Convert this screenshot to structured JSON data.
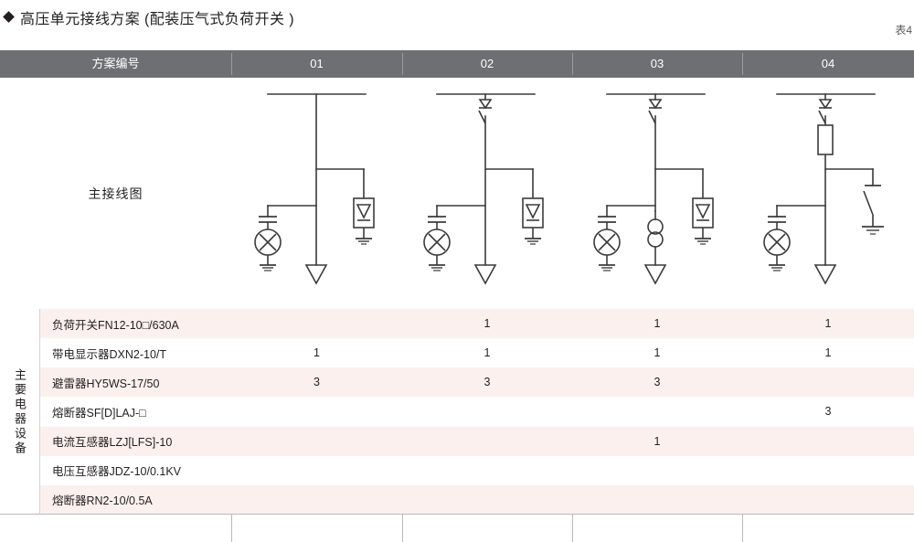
{
  "header": {
    "title": "高压单元接线方案 (配装压气式负荷开关 )",
    "bullet_icon": "diamond-bullet-icon",
    "table_number": "表4"
  },
  "table": {
    "column_header_label": "方案编号",
    "scheme_numbers": [
      "01",
      "02",
      "03",
      "04"
    ],
    "diagram_row_label": "主接线图",
    "equipment_group_label": "主要电器设备",
    "equipment_rows": [
      {
        "name": "负荷开关FN12-10□/630A",
        "values": [
          "",
          "1",
          "1",
          "1"
        ]
      },
      {
        "name": "带电显示器DXN2-10/T",
        "values": [
          "1",
          "1",
          "1",
          "1"
        ]
      },
      {
        "name": "避雷器HY5WS-17/50",
        "values": [
          "3",
          "3",
          "3",
          ""
        ]
      },
      {
        "name": "熔断器SF[D]LAJ-□",
        "values": [
          "",
          "",
          "",
          "3"
        ]
      },
      {
        "name": "电流互感器LZJ[LFS]-10",
        "values": [
          "",
          "",
          "1",
          ""
        ]
      },
      {
        "name": "电压互感器JDZ-10/0.1KV",
        "values": [
          "",
          "",
          "",
          ""
        ]
      },
      {
        "name": "熔断器RN2-10/0.5A",
        "values": [
          "",
          "",
          "",
          ""
        ]
      }
    ]
  },
  "diagrams": [
    {
      "scheme": "01",
      "components": [
        "busbar",
        "cable-terminal-triangle",
        "surge-arrester-box",
        "live-display-device",
        "capacitor",
        "ground"
      ]
    },
    {
      "scheme": "02",
      "components": [
        "busbar",
        "load-switch",
        "cable-terminal-triangle",
        "surge-arrester-box",
        "live-display-device",
        "capacitor",
        "ground"
      ]
    },
    {
      "scheme": "03",
      "components": [
        "busbar",
        "load-switch",
        "current-transformer",
        "cable-terminal-triangle",
        "surge-arrester-box",
        "live-display-device",
        "capacitor",
        "ground"
      ]
    },
    {
      "scheme": "04",
      "components": [
        "busbar",
        "load-switch",
        "fuse",
        "earthing-switch",
        "cable-terminal-triangle",
        "live-display-device",
        "capacitor",
        "ground"
      ]
    }
  ],
  "colors": {
    "header_gray": "#6e6f72",
    "row_pink": "#fbf0ee",
    "row_white": "#ffffff",
    "border_gray": "#b9babc",
    "line_color": "#3b3b3d",
    "text_dark": "#231f20"
  }
}
